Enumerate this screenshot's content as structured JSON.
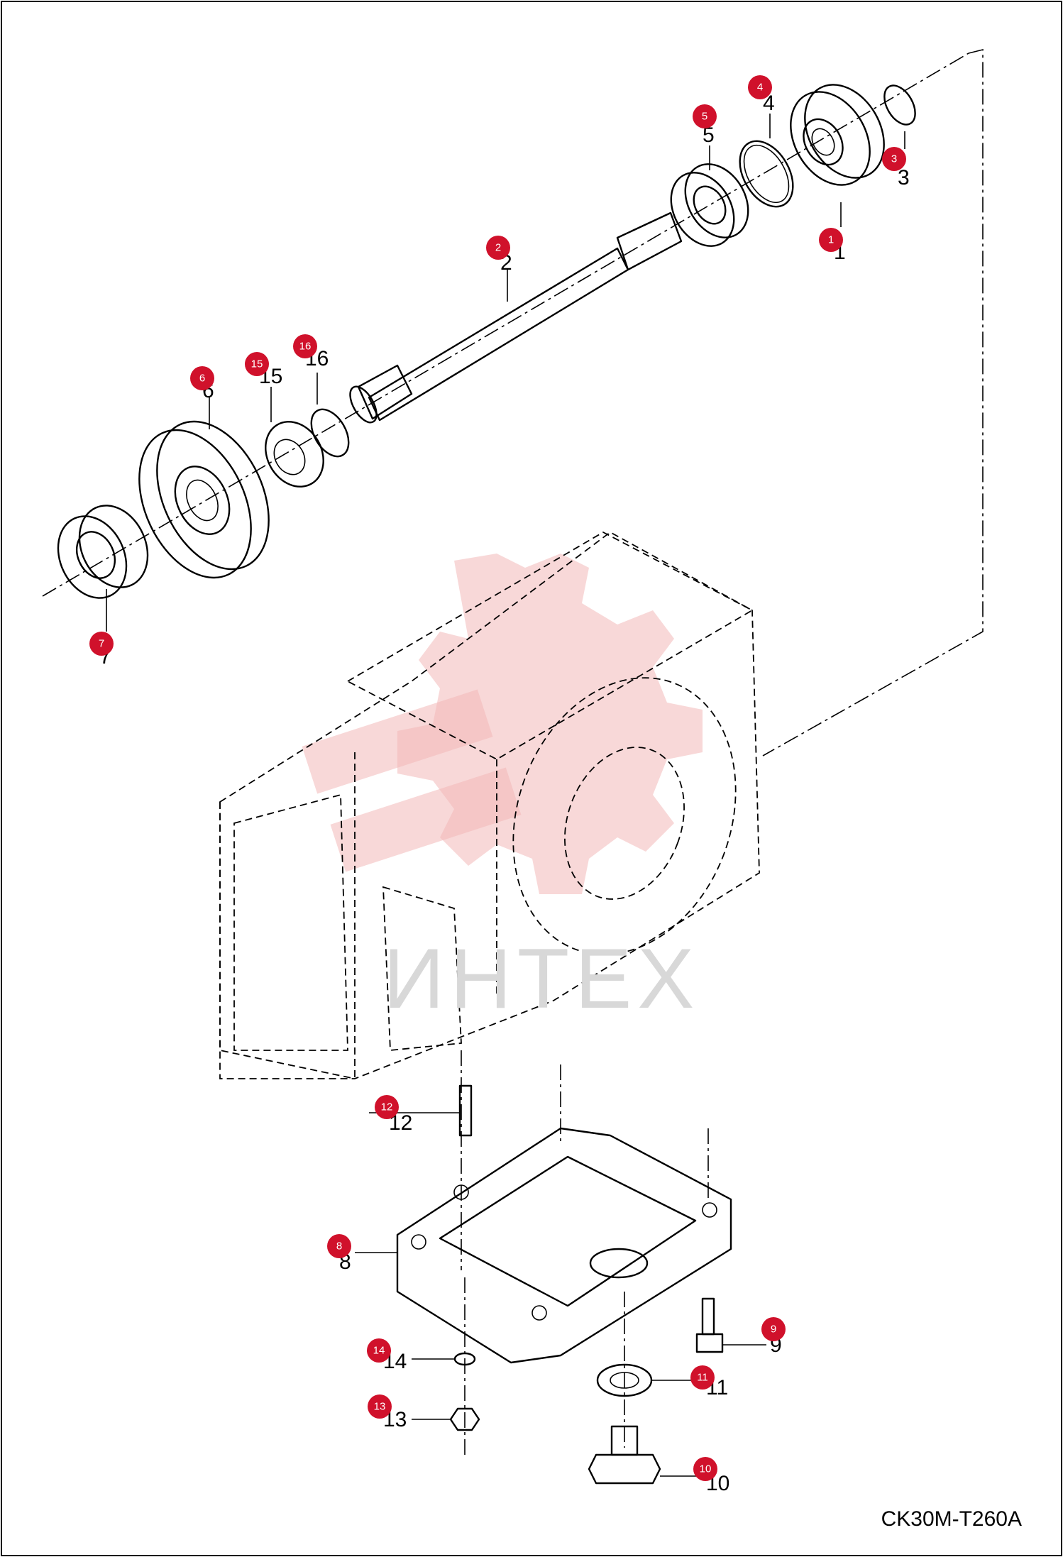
{
  "drawing_code": "CK30M-T260A",
  "watermark_text": "ИНТЕХ",
  "colors": {
    "badge": "#d0112b",
    "watermark": "#f3b8b8"
  },
  "parts": [
    {
      "id": "1",
      "label": "1"
    },
    {
      "id": "2",
      "label": "2"
    },
    {
      "id": "3",
      "label": "3"
    },
    {
      "id": "4",
      "label": "4"
    },
    {
      "id": "5",
      "label": "5"
    },
    {
      "id": "6",
      "label": "6"
    },
    {
      "id": "7",
      "label": "7"
    },
    {
      "id": "8",
      "label": "8"
    },
    {
      "id": "9",
      "label": "9"
    },
    {
      "id": "10",
      "label": "10"
    },
    {
      "id": "11",
      "label": "11"
    },
    {
      "id": "12",
      "label": "12"
    },
    {
      "id": "13",
      "label": "13"
    },
    {
      "id": "14",
      "label": "14"
    },
    {
      "id": "15",
      "label": "15"
    },
    {
      "id": "16",
      "label": "16"
    }
  ]
}
